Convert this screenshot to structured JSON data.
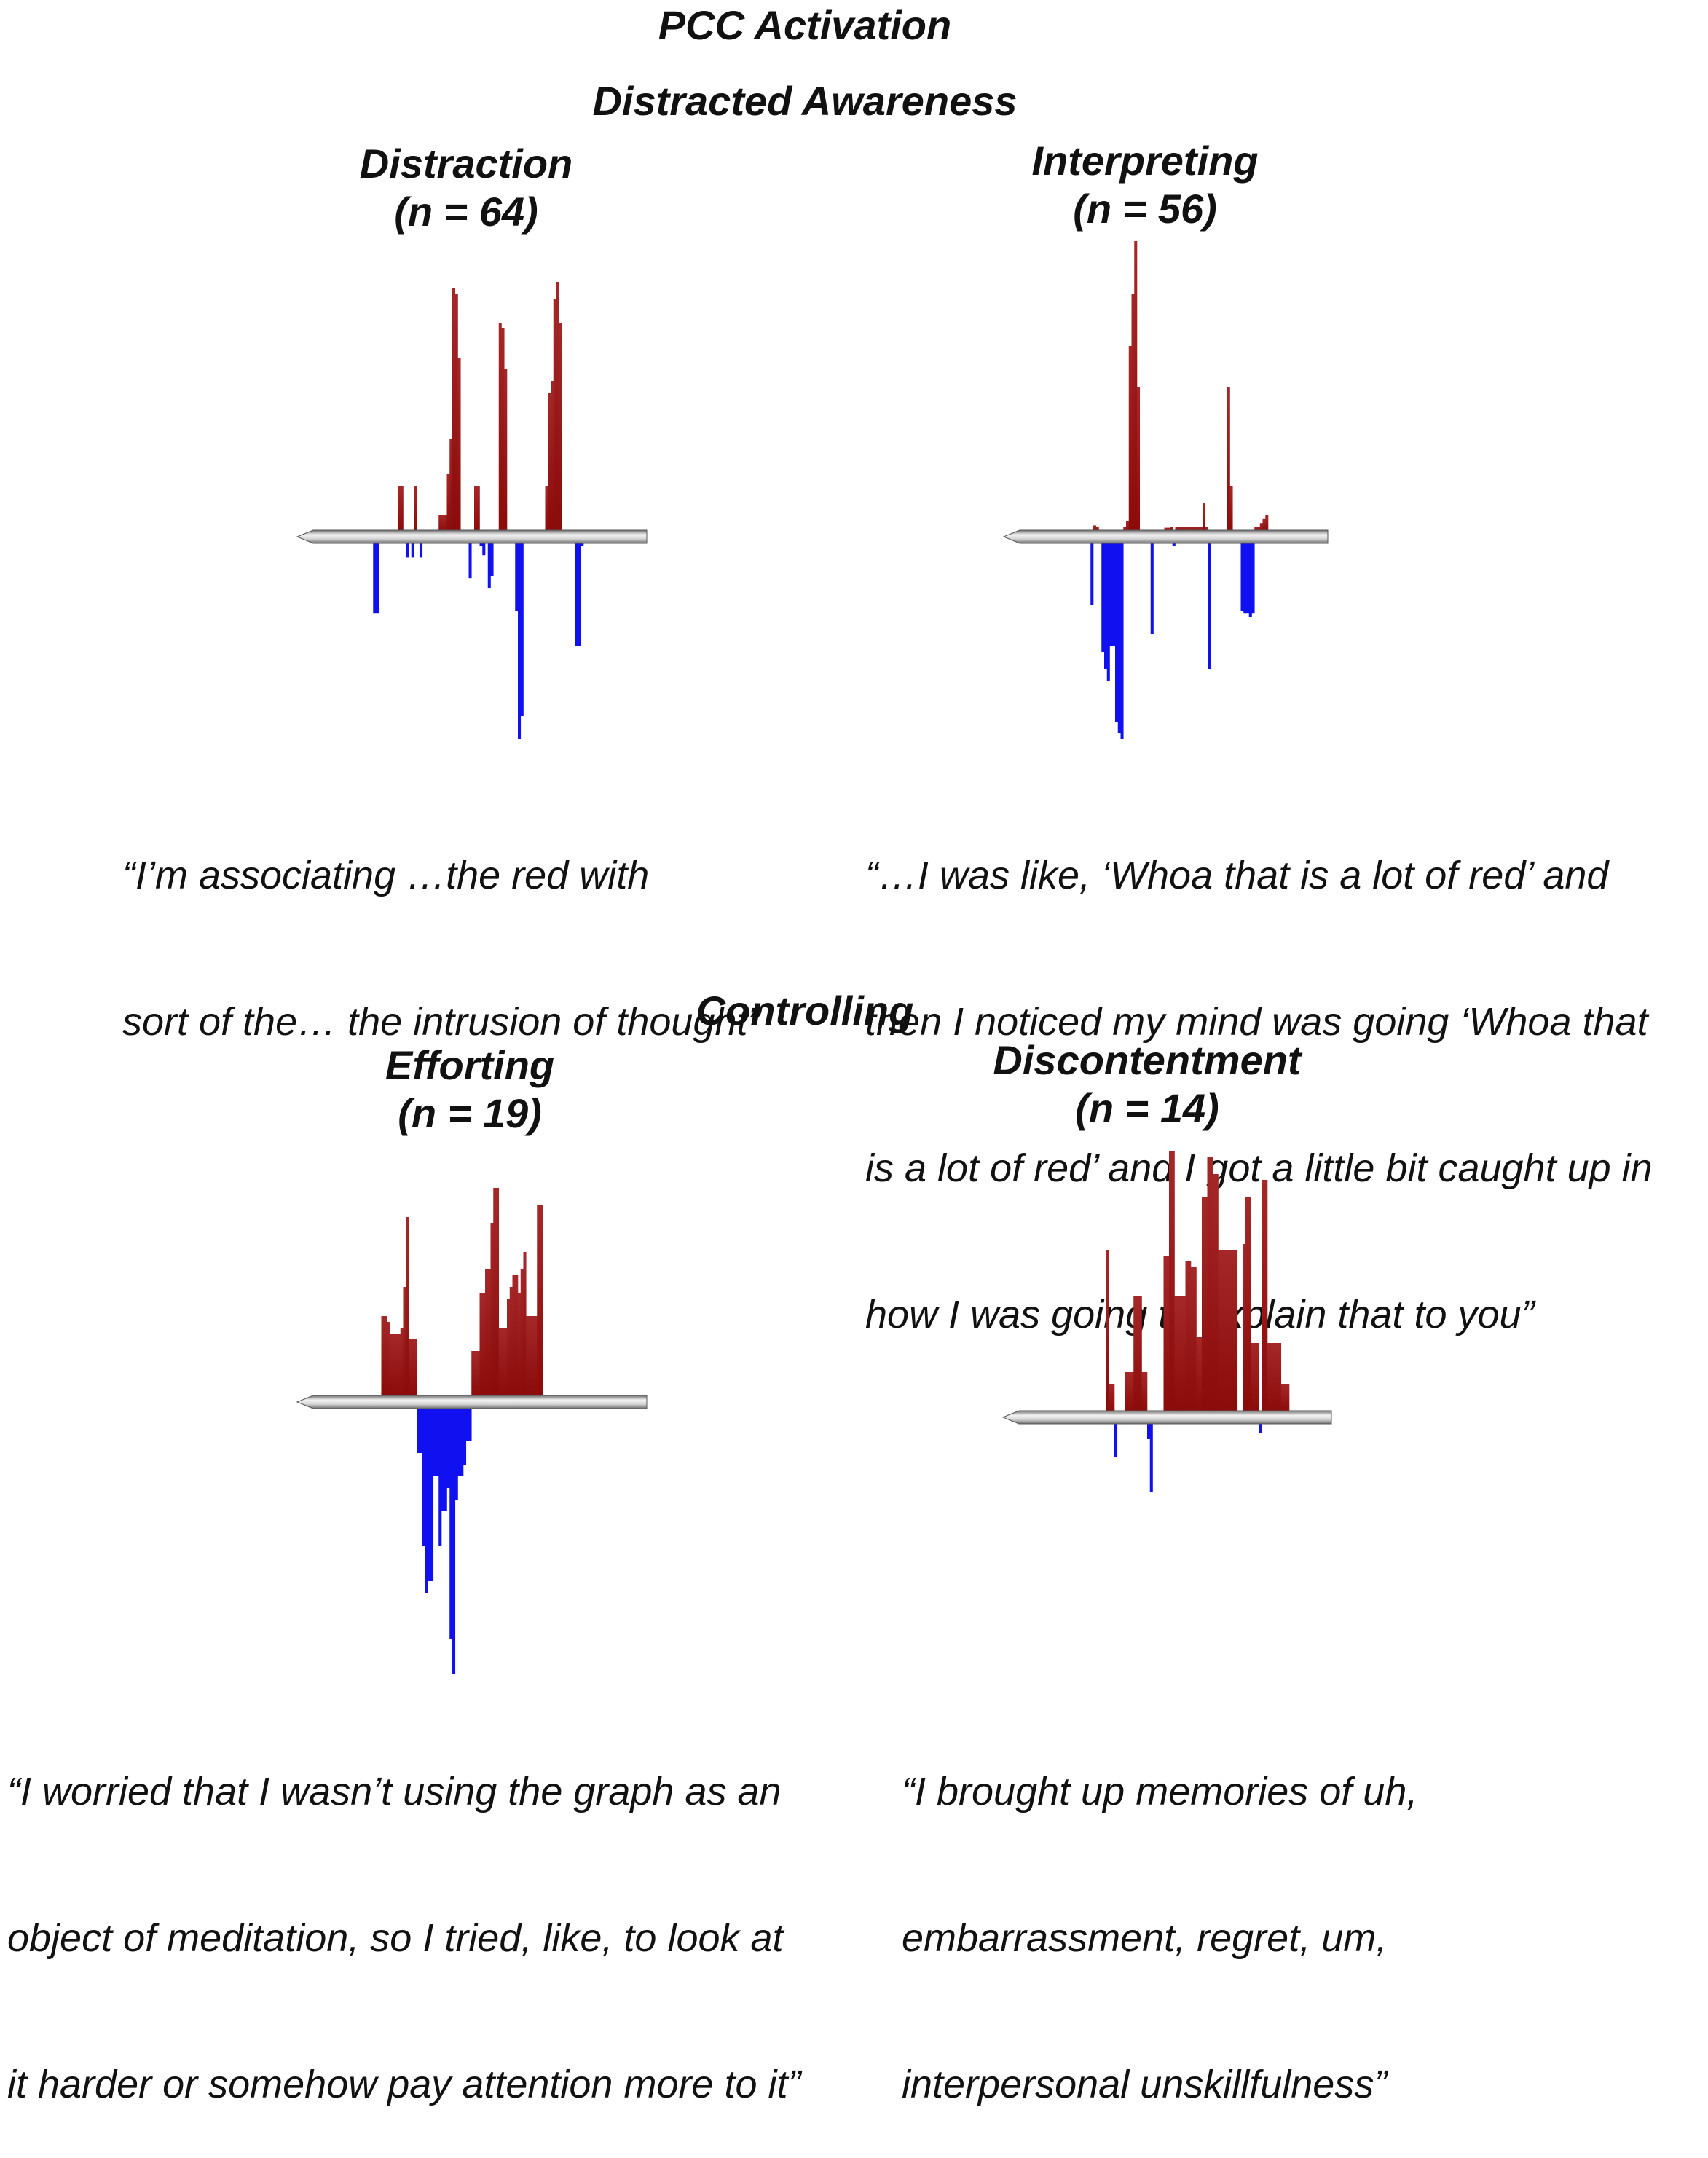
{
  "figure": {
    "title": "PCC Activation",
    "sections": [
      {
        "title": "Distracted Awareness"
      },
      {
        "title": "Controlling"
      }
    ]
  },
  "colors": {
    "activation": "#8b0a0a",
    "activation_light": "#a52828",
    "deactivation": "#1010f0",
    "axis_light": "#f2f2f2",
    "axis_dark": "#6e6e6e"
  },
  "panels": [
    {
      "title": "Distraction",
      "n_label": "(n = 64)",
      "quote_lines": [
        "“I’m associating …the red with",
        "sort of the… the intrusion of thought”"
      ]
    },
    {
      "title": "Interpreting",
      "n_label": "(n = 56)",
      "quote_lines": [
        "“…I was like, ‘Whoa that is a lot of red’ and",
        "then I noticed my mind was going ‘Whoa that",
        "is a lot of red’ and I got a little bit caught up in",
        "how I was going to explain that to you”"
      ]
    },
    {
      "title": "Efforting",
      "n_label": "(n = 19)",
      "quote_lines": [
        "“I worried that I wasn’t using the graph as an",
        "object of meditation, so I tried, like, to look at",
        "it harder or somehow pay attention more to it”"
      ]
    },
    {
      "title": "Discontentment",
      "n_label": "(n = 14)",
      "quote_lines": [
        "“I brought up memories of uh,",
        "embarrassment, regret, um,",
        "interpersonal unskillfulness”"
      ]
    }
  ],
  "chart_data": [
    {
      "type": "bar",
      "title": "Distraction",
      "subtitle": "(n = 64)",
      "xlabel": "",
      "ylabel": "",
      "ylim": [
        -175,
        225
      ],
      "series": [
        {
          "values": [
            0,
            0,
            0,
            0,
            0,
            0,
            0,
            0,
            0,
            0,
            0,
            0,
            0,
            0,
            0,
            0,
            0,
            0,
            0,
            0,
            0,
            0,
            0,
            -62,
            -62,
            0,
            0,
            0,
            0,
            0,
            0,
            0,
            40,
            40,
            0,
            -14,
            0,
            -14,
            40,
            0,
            -14,
            0,
            0,
            0,
            0,
            0,
            0,
            15,
            15,
            15,
            50,
            80,
            210,
            205,
            150,
            0,
            0,
            0,
            -32,
            0,
            40,
            40,
            -4,
            -12,
            0,
            -40,
            -30,
            0,
            0,
            180,
            175,
            140,
            0,
            -2,
            0,
            -60,
            -170,
            -150,
            0,
            0,
            0,
            0,
            0,
            0,
            0,
            0,
            40,
            120,
            130,
            200,
            215,
            180,
            0,
            0,
            0,
            -2,
            -2,
            -90,
            -90,
            -4,
            0,
            0,
            0,
            0,
            0,
            0,
            0,
            0,
            0,
            0,
            0,
            0,
            0,
            0,
            0,
            0
          ]
        }
      ]
    },
    {
      "type": "bar",
      "title": "Interpreting",
      "subtitle": "(n = 56)",
      "xlabel": "",
      "ylabel": "",
      "ylim": [
        -175,
        255
      ],
      "series": [
        {
          "values": [
            0,
            0,
            0,
            0,
            0,
            0,
            0,
            0,
            0,
            0,
            0,
            0,
            0,
            0,
            0,
            0,
            0,
            0,
            0,
            0,
            0,
            0,
            0,
            0,
            0,
            0,
            0,
            -55,
            6,
            5,
            0,
            -95,
            -110,
            -120,
            -90,
            -90,
            -155,
            -165,
            -170,
            5,
            10,
            160,
            205,
            250,
            125,
            0,
            -2,
            0,
            0,
            -80,
            0,
            0,
            0,
            2,
            4,
            4,
            5,
            -4,
            5,
            5,
            5,
            5,
            5,
            5,
            5,
            5,
            5,
            5,
            25,
            5,
            -110,
            0,
            0,
            0,
            0,
            0,
            0,
            125,
            40,
            0,
            0,
            0,
            -60,
            -62,
            -62,
            -65,
            -62,
            5,
            5,
            8,
            12,
            15,
            0,
            0,
            0,
            0,
            0,
            0,
            0,
            0,
            0,
            0,
            0,
            0,
            0,
            0,
            0,
            0,
            0,
            0,
            0,
            0,
            0,
            0,
            0,
            0,
            0,
            0,
            0
          ]
        }
      ]
    },
    {
      "type": "bar",
      "title": "Efforting",
      "subtitle": "(n = 19)",
      "xlabel": "",
      "ylabel": "",
      "ylim": [
        -235,
        190
      ],
      "series": [
        {
          "values": [
            0,
            0,
            0,
            0,
            0,
            0,
            0,
            0,
            0,
            0,
            0,
            0,
            0,
            0,
            0,
            0,
            0,
            0,
            0,
            0,
            0,
            0,
            0,
            0,
            0,
            0,
            70,
            70,
            65,
            55,
            55,
            55,
            55,
            60,
            95,
            155,
            50,
            50,
            50,
            -40,
            -40,
            -120,
            -160,
            -150,
            -150,
            -60,
            -60,
            -120,
            -90,
            -90,
            -70,
            -200,
            -230,
            -80,
            -60,
            -60,
            -50,
            -30,
            -30,
            40,
            40,
            40,
            90,
            90,
            110,
            110,
            150,
            180,
            180,
            60,
            60,
            60,
            85,
            95,
            105,
            105,
            90,
            110,
            125,
            70,
            70,
            70,
            70,
            165,
            165,
            0,
            0,
            0,
            0,
            0,
            0,
            0,
            0,
            0,
            0,
            0,
            0,
            0,
            0,
            0,
            0,
            0,
            0,
            0,
            0,
            0,
            0,
            0,
            0,
            0,
            0,
            0,
            0,
            0,
            0
          ]
        }
      ]
    },
    {
      "type": "bar",
      "title": "Discontentment",
      "subtitle": "(n = 14)",
      "xlabel": "",
      "ylabel": "",
      "ylim": [
        -80,
        240
      ],
      "series": [
        {
          "values": [
            0,
            0,
            0,
            0,
            0,
            0,
            0,
            0,
            0,
            0,
            0,
            0,
            0,
            0,
            0,
            0,
            0,
            0,
            0,
            0,
            0,
            0,
            0,
            0,
            0,
            0,
            0,
            0,
            0,
            0,
            0,
            0,
            0,
            140,
            25,
            25,
            -30,
            0,
            0,
            0,
            35,
            35,
            35,
            100,
            100,
            100,
            35,
            35,
            -15,
            -60,
            0,
            0,
            0,
            0,
            135,
            135,
            225,
            225,
            100,
            100,
            100,
            100,
            130,
            130,
            125,
            125,
            65,
            65,
            185,
            185,
            220,
            220,
            205,
            205,
            140,
            140,
            140,
            140,
            140,
            140,
            140,
            0,
            0,
            145,
            185,
            185,
            60,
            60,
            60,
            -10,
            200,
            200,
            60,
            60,
            60,
            60,
            60,
            25,
            25,
            25,
            0,
            0,
            0,
            0,
            0,
            0,
            0,
            0,
            0,
            0,
            0,
            0,
            0,
            0,
            0,
            0,
            0,
            0,
            0
          ]
        }
      ]
    }
  ]
}
